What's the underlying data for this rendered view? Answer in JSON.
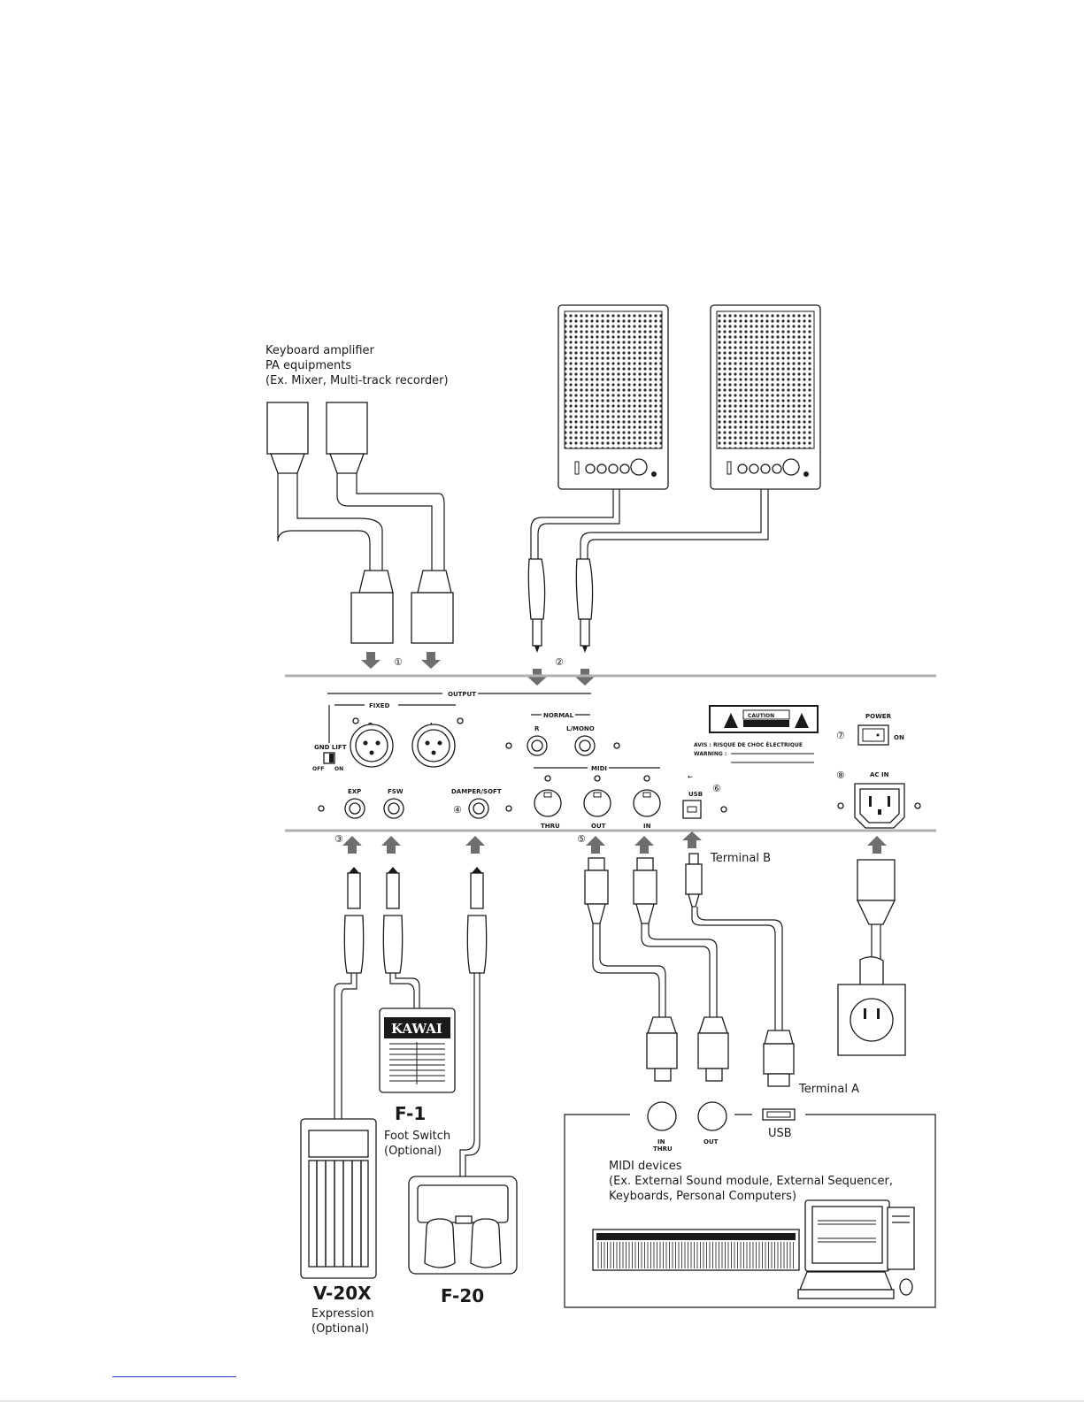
{
  "labels": {
    "amplifier_title": "Keyboard amplifier",
    "amplifier_line2": "PA equipments",
    "amplifier_line3": "(Ex. Mixer, Multi-track recorder)",
    "terminal_b": "Terminal B",
    "terminal_a": "Terminal A",
    "midi_devices_title": "MIDI devices",
    "midi_devices_line2": "(Ex. External Sound module, External Sequencer,",
    "midi_devices_line3": "Keyboards, Personal Computers)",
    "f1_model": "F-1",
    "f1_desc1": "Foot Switch",
    "f1_desc2": "(Optional)",
    "v20x_model": "V-20X",
    "v20x_desc1": "Expression",
    "v20x_desc2": "(Optional)",
    "f20_model": "F-20",
    "kawai_logo": "KAWAI"
  },
  "panel": {
    "output": "OUTPUT",
    "fixed": "FIXED",
    "fixed_r": "R",
    "fixed_l": "L",
    "gnd_lift": "GND LIFT",
    "gnd_off": "OFF",
    "gnd_on": "ON",
    "normal": "NORMAL",
    "normal_r": "R",
    "normal_lmono": "L/MONO",
    "midi": "MIDI",
    "midi_thru": "THRU",
    "midi_out": "OUT",
    "midi_in": "IN",
    "usb": "USB",
    "exp": "EXP",
    "fsw": "FSW",
    "damper_soft": "DAMPER/SOFT",
    "power": "POWER",
    "power_on": "ON",
    "ac_in": "AC IN",
    "caution": "CAUTION",
    "avis": "AVIS : RISQUE DE CHOC ÉLECTRIQUE",
    "warning": "WARNING :"
  },
  "device_ports": {
    "in_thru_1": "IN",
    "in_thru_2": "THRU",
    "out": "OUT",
    "usb": "USB"
  },
  "markers": {
    "m1": "①",
    "m2": "②",
    "m3": "③",
    "m4": "④",
    "m5": "⑤",
    "m6": "⑥",
    "m7": "⑦",
    "m8": "⑧"
  },
  "colors": {
    "arrow": "#6e6e6e",
    "panel_rule": "#b0b0b0",
    "ink": "#1a1a1a"
  }
}
